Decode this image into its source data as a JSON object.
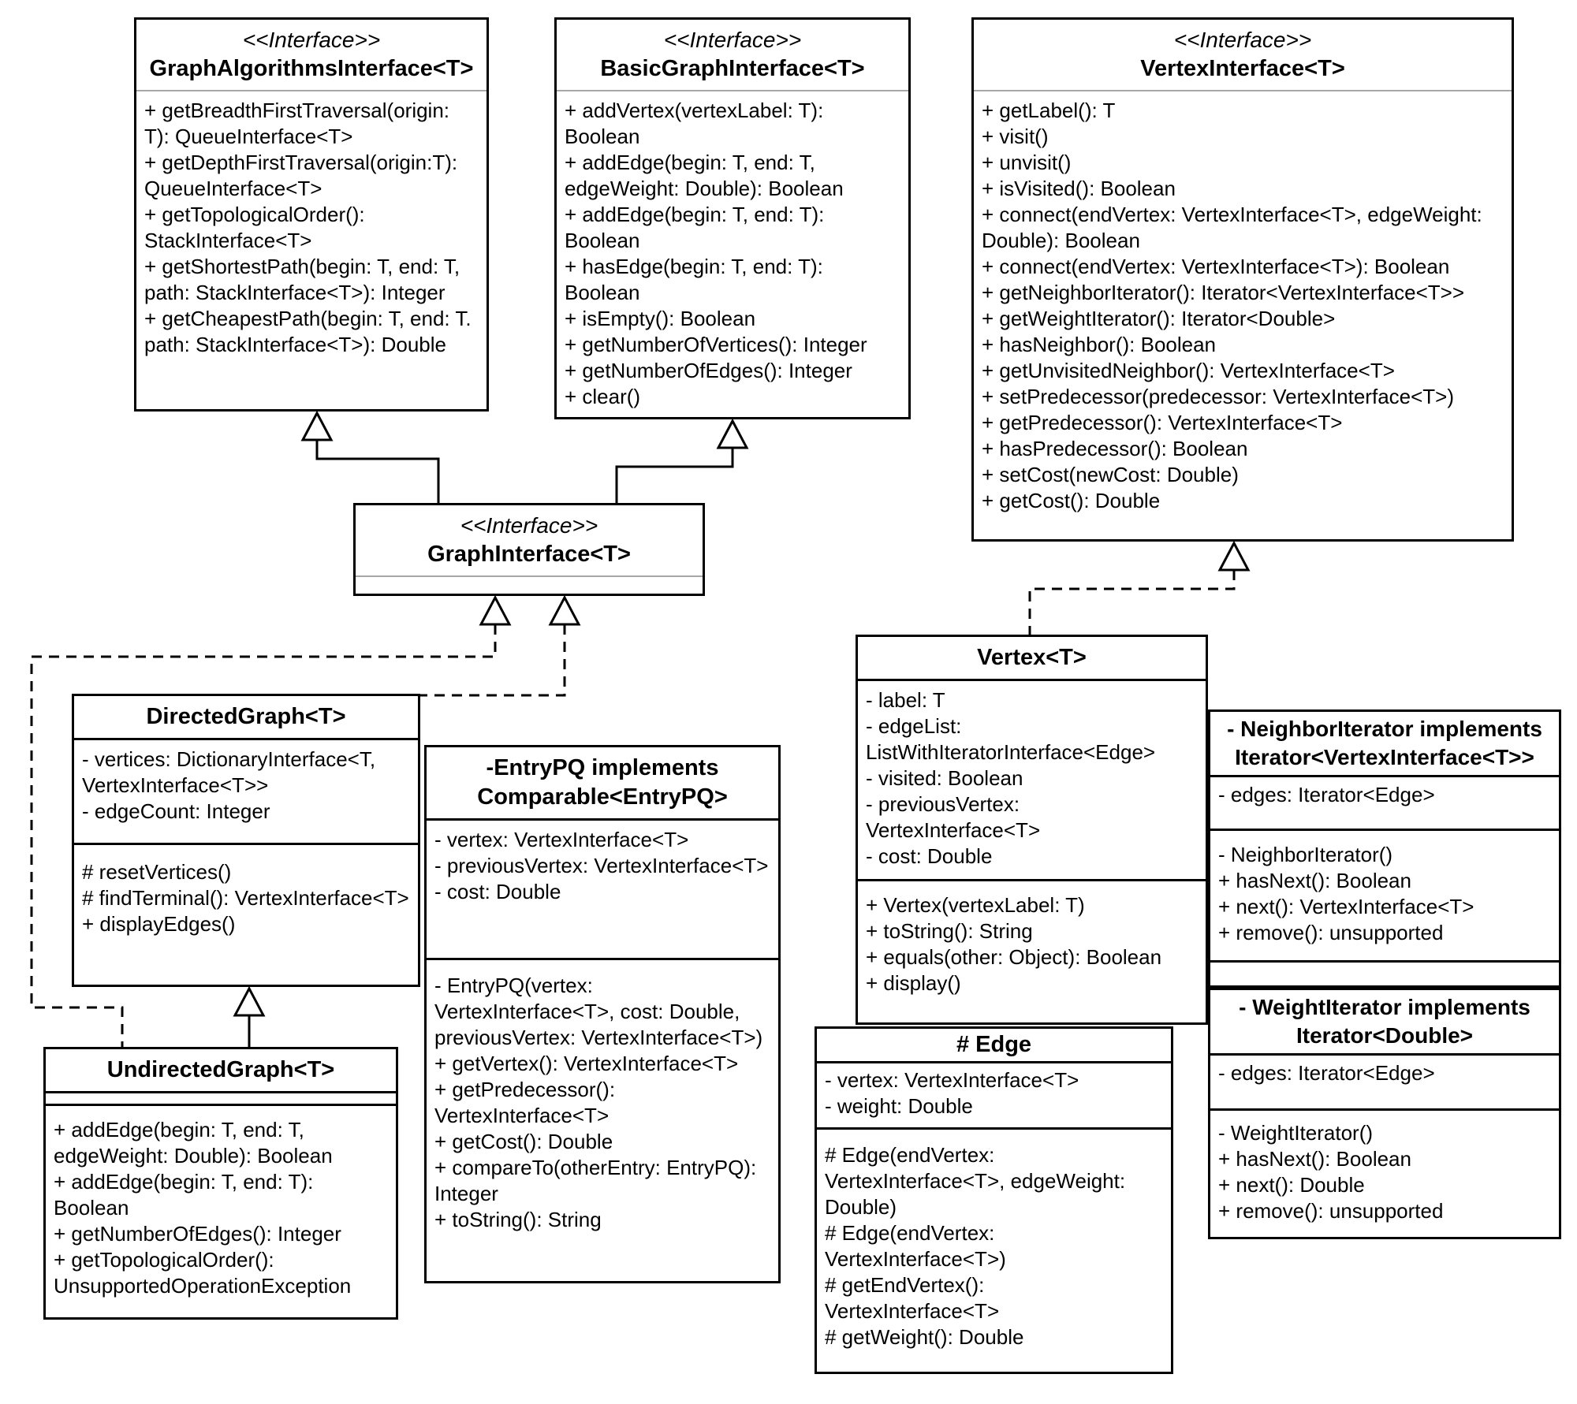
{
  "page": {
    "background_color": "#ffffff",
    "line_color": "#000000",
    "divider_gray": "#a6a6a6"
  },
  "boxes": [
    {
      "id": "graph-algorithms-interface",
      "stereotype": "<<Interface>>",
      "name": "GraphAlgorithmsInterface<T>",
      "attributes": [],
      "methods": [
        "+ getBreadthFirstTraversal(origin: T): QueueInterface<T>",
        "+ getDepthFirstTraversal(origin:T): QueueInterface<T>",
        "+ getTopologicalOrder(): StackInterface<T>",
        "+ getShortestPath(begin: T, end: T, path: StackInterface<T>): Integer",
        "+ getCheapestPath(begin: T, end: T. path: StackInterface<T>): Double"
      ]
    },
    {
      "id": "basic-graph-interface",
      "stereotype": "<<Interface>>",
      "name": "BasicGraphInterface<T>",
      "attributes": [],
      "methods": [
        "+ addVertex(vertexLabel: T): Boolean",
        "+ addEdge(begin: T, end: T, edgeWeight: Double): Boolean",
        "+ addEdge(begin: T, end: T): Boolean",
        "+ hasEdge(begin: T, end: T): Boolean",
        "+ isEmpty(): Boolean",
        "+ getNumberOfVertices(): Integer",
        "+ getNumberOfEdges(): Integer",
        "+ clear()"
      ]
    },
    {
      "id": "vertex-interface",
      "stereotype": "<<Interface>>",
      "name": "VertexInterface<T>",
      "attributes": [],
      "methods": [
        "+ getLabel(): T",
        "+ visit()",
        "+ unvisit()",
        "+ isVisited(): Boolean",
        "+ connect(endVertex: VertexInterface<T>, edgeWeight: Double): Boolean",
        "+ connect(endVertex: VertexInterface<T>): Boolean",
        "+ getNeighborIterator(): Iterator<VertexInterface<T>>",
        "+ getWeightIterator(): Iterator<Double>",
        "+ hasNeighbor(): Boolean",
        "+ getUnvisitedNeighbor(): VertexInterface<T>",
        "+ setPredecessor(predecessor: VertexInterface<T>)",
        "+ getPredecessor(): VertexInterface<T>",
        "+ hasPredecessor(): Boolean",
        "+ setCost(newCost: Double)",
        "+ getCost(): Double"
      ]
    },
    {
      "id": "graph-interface",
      "stereotype": "<<Interface>>",
      "name": "GraphInterface<T>",
      "attributes": [],
      "methods": []
    },
    {
      "id": "directed-graph",
      "stereotype": "",
      "name": "DirectedGraph<T>",
      "attributes": [
        "- vertices: DictionaryInterface<T, VertexInterface<T>>",
        "- edgeCount: Integer"
      ],
      "methods": [
        "# resetVertices()",
        "# findTerminal(): VertexInterface<T>",
        "+ displayEdges()"
      ]
    },
    {
      "id": "entry-pq",
      "stereotype": "",
      "name": [
        "-EntryPQ implements",
        "Comparable<EntryPQ>"
      ],
      "attributes": [
        "- vertex: VertexInterface<T>",
        "- previousVertex: VertexInterface<T>",
        "- cost: Double"
      ],
      "methods": [
        "- EntryPQ(vertex: VertexInterface<T>, cost: Double, previousVertex: VertexInterface<T>)",
        "+ getVertex(): VertexInterface<T>",
        "+ getPredecessor(): VertexInterface<T>",
        "+ getCost(): Double",
        "+ compareTo(otherEntry: EntryPQ): Integer",
        "+ toString(): String"
      ]
    },
    {
      "id": "undirected-graph",
      "stereotype": "",
      "name": "UndirectedGraph<T>",
      "attributes": [],
      "methods": [
        "+ addEdge(begin: T, end: T, edgeWeight: Double): Boolean",
        "+ addEdge(begin: T, end: T): Boolean",
        "+ getNumberOfEdges(): Integer",
        "+ getTopologicalOrder(): UnsupportedOperationException"
      ]
    },
    {
      "id": "vertex",
      "stereotype": "",
      "name": "Vertex<T>",
      "attributes": [
        "- label: T",
        "- edgeList: ListWithIteratorInterface<Edge>",
        "- visited: Boolean",
        "- previousVertex: VertexInterface<T>",
        "- cost: Double"
      ],
      "methods": [
        "+ Vertex(vertexLabel: T)",
        "+ toString(): String",
        "+ equals(other: Object): Boolean",
        "+ display()"
      ]
    },
    {
      "id": "edge",
      "stereotype": "",
      "name": "# Edge",
      "attributes": [
        "- vertex: VertexInterface<T>",
        "- weight: Double"
      ],
      "methods": [
        "# Edge(endVertex: VertexInterface<T>, edgeWeight: Double)",
        "# Edge(endVertex: VertexInterface<T>)",
        "# getEndVertex(): VertexInterface<T>",
        "# getWeight(): Double"
      ]
    },
    {
      "id": "neighbor-iterator",
      "stereotype": "",
      "name": [
        "- NeighborIterator implements",
        "Iterator<VertexInterface<T>>"
      ],
      "attributes": [
        "- edges: Iterator<Edge>"
      ],
      "methods": [
        "- NeighborIterator()",
        "+ hasNext(): Boolean",
        "+ next(): VertexInterface<T>",
        "+ remove(): unsupported"
      ]
    },
    {
      "id": "weight-iterator",
      "stereotype": "",
      "name": [
        "- WeightIterator implements",
        "Iterator<Double>"
      ],
      "attributes": [
        "- edges: Iterator<Edge>"
      ],
      "methods": [
        "- WeightIterator()",
        "+ hasNext(): Boolean",
        "+ next(): Double",
        "+ remove(): unsupported"
      ]
    }
  ],
  "relationships": [
    {
      "from": "GraphInterface<T>",
      "to": "GraphAlgorithmsInterface<T>",
      "type": "extends",
      "line": "solid-hollow-triangle"
    },
    {
      "from": "GraphInterface<T>",
      "to": "BasicGraphInterface<T>",
      "type": "extends",
      "line": "solid-hollow-triangle"
    },
    {
      "from": "Vertex<T>",
      "to": "VertexInterface<T>",
      "type": "implements",
      "line": "dashed-hollow-triangle"
    },
    {
      "from": "DirectedGraph<T>",
      "to": "GraphInterface<T>",
      "type": "implements",
      "line": "dashed-hollow-triangle"
    },
    {
      "from": "UndirectedGraph<T>",
      "to": "GraphInterface<T>",
      "type": "implements",
      "line": "dashed-hollow-triangle"
    },
    {
      "from": "UndirectedGraph<T>",
      "to": "DirectedGraph<T>",
      "type": "extends",
      "line": "solid-hollow-triangle"
    }
  ]
}
